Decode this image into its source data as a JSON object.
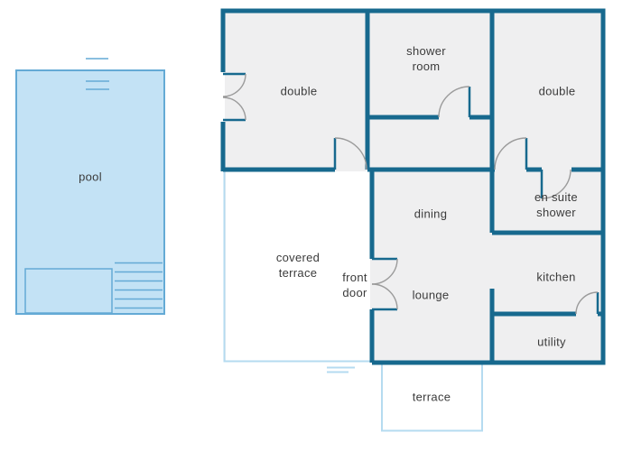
{
  "title": "villa floor plan with pool",
  "colors": {
    "wall": "#17698e",
    "room_fill": "#efeff0",
    "pool_fill": "#c3e2f5",
    "pool_border": "#64aad5",
    "light_outline": "#b5dbf0",
    "door_arc": "#9b9b9b",
    "text": "#3b3b3b",
    "background": "#ffffff"
  },
  "labels": {
    "pool": "pool",
    "bedroom_left": "double",
    "shower_room": "shower\nroom",
    "bedroom_right": "double",
    "dining": "dining",
    "en_suite": "en suite\nshower",
    "covered_terrace": "covered\nterrace",
    "front_door": "front\ndoor",
    "lounge": "lounge",
    "kitchen": "kitchen",
    "utility": "utility",
    "terrace": "terrace"
  }
}
